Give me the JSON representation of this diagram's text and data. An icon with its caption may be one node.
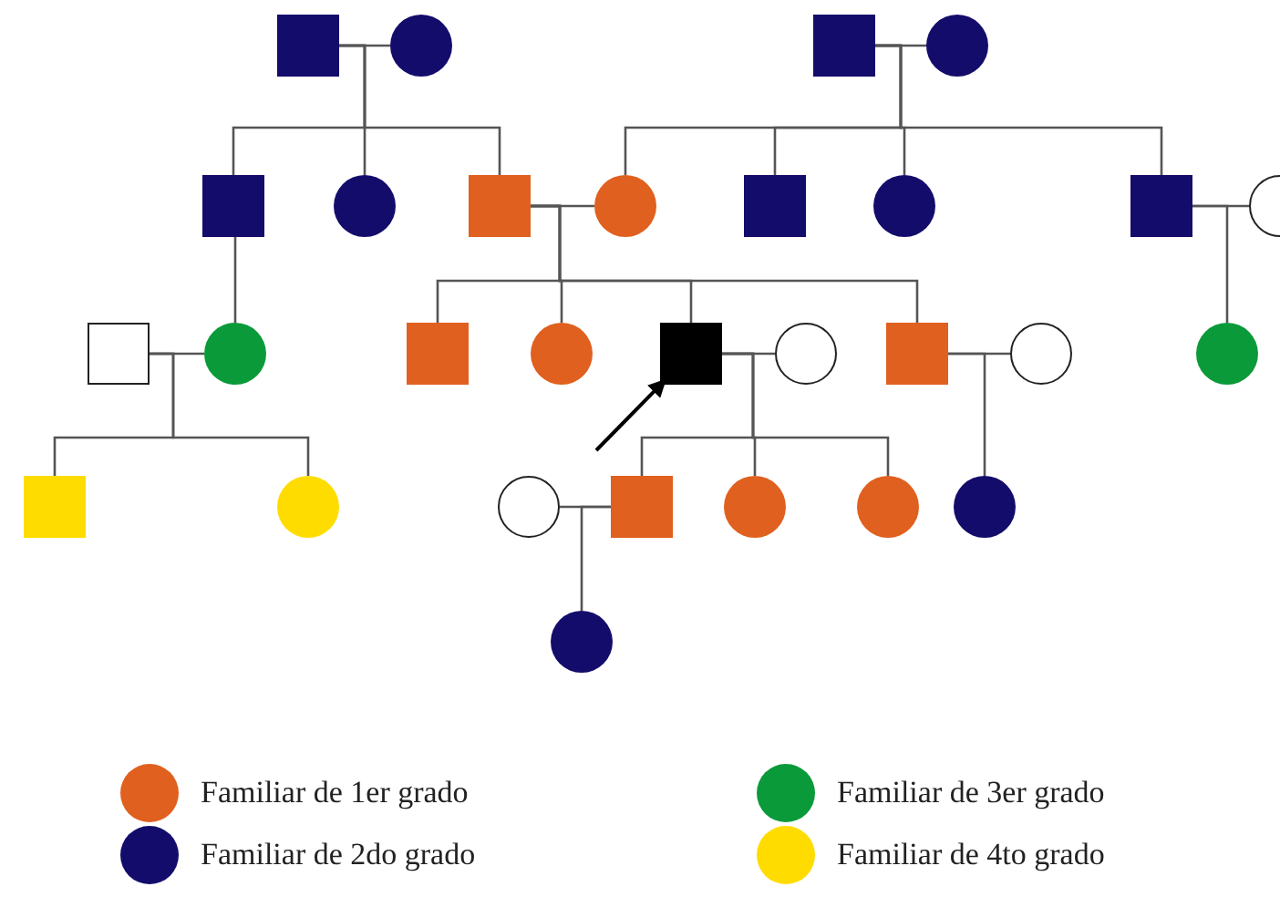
{
  "diagram": {
    "nodes": [
      {
        "text": [],
        "shape": "box"
      },
      {
        "text": [],
        "shape": "circle"
      },
      {
        "text": [],
        "shape": "box"
      },
      {
        "text": [],
        "shape": "circle"
      },
      {
        "text": [],
        "shape": "box"
      },
      {
        "text": [],
        "shape": "circle"
      },
      {
        "text": [],
        "shape": "box"
      },
      {
        "text": [],
        "shape": "circle"
      },
      {
        "text": [],
        "shape": "box"
      },
      {
        "text": [],
        "shape": "circle"
      },
      {
        "text": [],
        "shape": "box"
      },
      {
        "text": [],
        "shape": "circle"
      },
      {
        "text": [],
        "shape": "box"
      },
      {
        "text": [],
        "shape": "circle"
      },
      {
        "text": [],
        "shape": "box"
      },
      {
        "text": [],
        "shape": "circle"
      },
      {
        "text": [],
        "shape": "box"
      },
      {
        "text": [],
        "shape": "circle"
      },
      {
        "text": [],
        "shape": "box"
      },
      {
        "text": [],
        "shape": "circle"
      },
      {
        "text": [],
        "shape": "circle"
      },
      {
        "text": [],
        "shape": "box"
      },
      {
        "text": [],
        "shape": "circle"
      },
      {
        "text": [],
        "shape": "circle"
      },
      {
        "text": [],
        "shape": "box"
      },
      {
        "text": [],
        "shape": "circle"
      },
      {
        "text": [],
        "shape": "circle"
      },
      {
        "text": [],
        "shape": "circle"
      },
      {
        "text": [],
        "shape": "circle"
      }
    ],
    "edges": [
      {
        "from": 0,
        "to": 1,
        "arrow": "none"
      },
      {
        "from": 0,
        "to": 4,
        "arrow": "none"
      },
      {
        "from": 0,
        "to": 5,
        "arrow": "none"
      },
      {
        "from": 0,
        "to": 6,
        "arrow": "none"
      },
      {
        "from": 2,
        "to": 3,
        "arrow": "none"
      },
      {
        "from": 2,
        "to": 7,
        "arrow": "none"
      },
      {
        "from": 2,
        "to": 8,
        "arrow": "none"
      },
      {
        "from": 2,
        "to": 9,
        "arrow": "none"
      },
      {
        "from": 2,
        "to": 10,
        "arrow": "none"
      },
      {
        "from": 6,
        "to": 7,
        "arrow": "none"
      },
      {
        "from": 6,
        "to": 14,
        "arrow": "none"
      },
      {
        "from": 6,
        "to": 15,
        "arrow": "none"
      },
      {
        "from": 6,
        "to": 16,
        "arrow": "none"
      },
      {
        "from": 6,
        "to": 18,
        "arrow": "none"
      },
      {
        "from": 10,
        "to": 11,
        "arrow": "none"
      },
      {
        "from": 10,
        "to": 20,
        "arrow": "none"
      },
      {
        "from": 4,
        "to": 13,
        "arrow": "none"
      },
      {
        "from": 12,
        "to": 13,
        "arrow": "none"
      },
      {
        "from": 12,
        "to": 21,
        "arrow": "none"
      },
      {
        "from": 12,
        "to": 22,
        "arrow": "none"
      },
      {
        "from": 16,
        "to": 17,
        "arrow": "none"
      },
      {
        "from": 16,
        "to": 24,
        "arrow": "none"
      },
      {
        "from": 16,
        "to": 25,
        "arrow": "none"
      },
      {
        "from": 16,
        "to": 26,
        "arrow": "none"
      },
      {
        "from": 18,
        "to": 19,
        "arrow": "none"
      },
      {
        "from": 18,
        "to": 27,
        "arrow": "none"
      },
      {
        "from": 23,
        "to": 24,
        "arrow": "none"
      },
      {
        "from": 24,
        "to": 28,
        "arrow": "none"
      },
      {
        "from": null,
        "to": 16,
        "arrow": "to"
      }
    ],
    "legend": [
      {
        "text": "Familiar de 1er grado",
        "color": "#e0601f"
      },
      {
        "text": "Familiar de 3er grado",
        "color": "#0b9a3a"
      },
      {
        "text": "Familiar de 2do grado",
        "color": "#140c6b"
      },
      {
        "text": "Familiar de 4to grado",
        "color": "#ffdc00"
      }
    ]
  }
}
